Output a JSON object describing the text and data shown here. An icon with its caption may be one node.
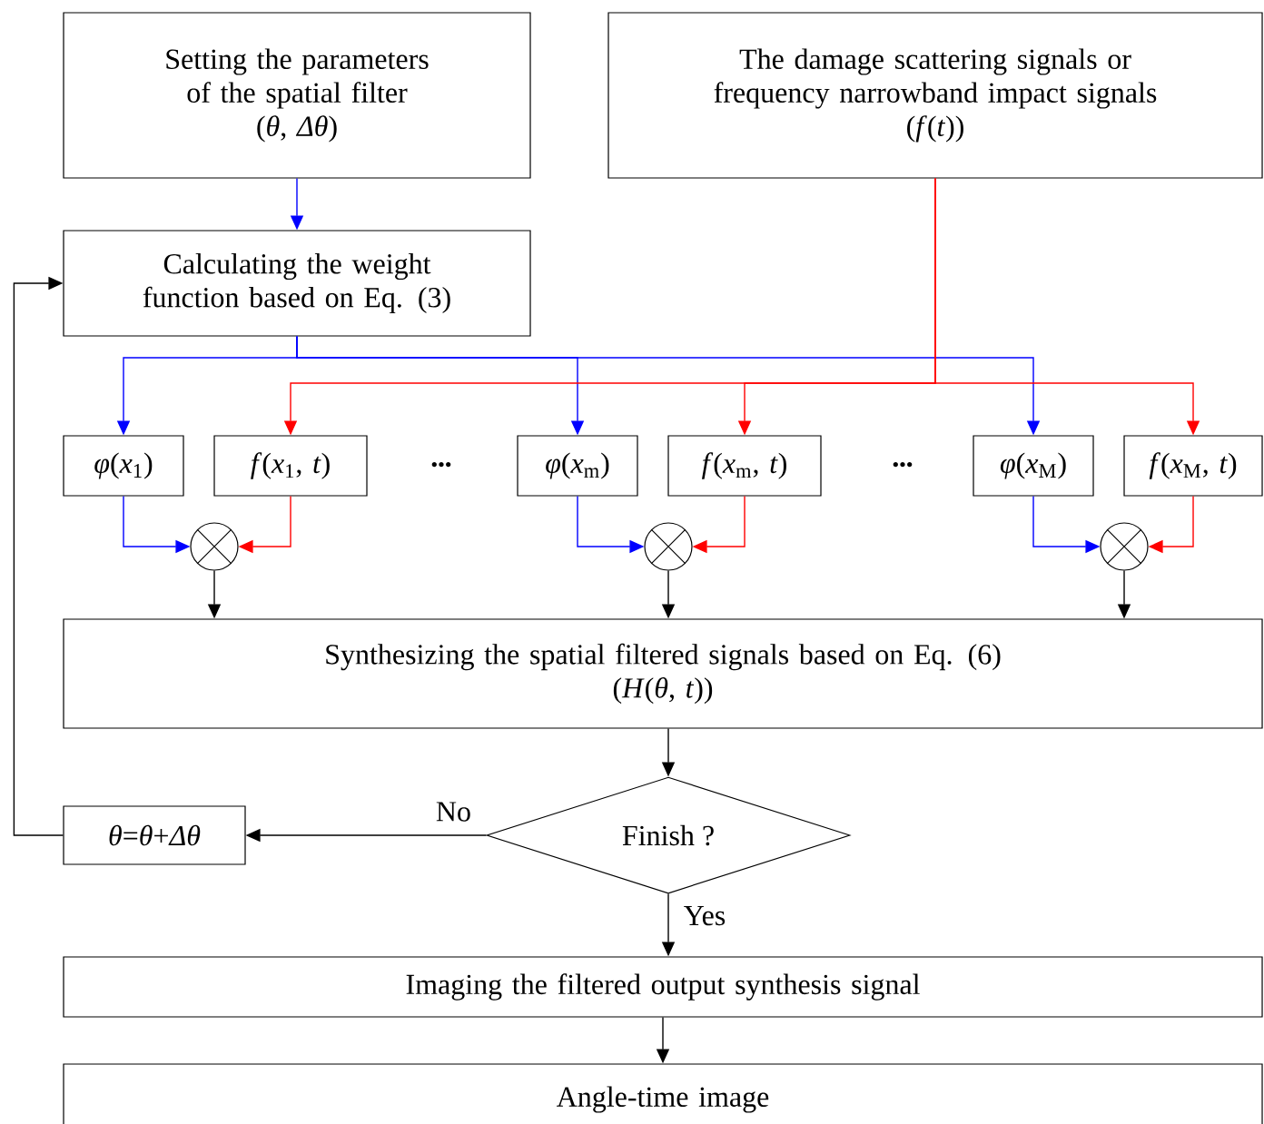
{
  "diagram": {
    "nodes": [
      {
        "text": [
          "Setting the parameters of the spatial filter",
          "(*θ*, *Δθ*)"
        ]
      },
      {
        "text": [
          "The damage scattering signals or frequency narrowband impact signals",
          "(*f*(*t*))"
        ]
      },
      {
        "text": [
          "Calculating the weight function based on Eq. (3)"
        ]
      },
      {
        "text": [
          "*φ*(*x*$_{1}$)"
        ]
      },
      {
        "text": [
          "*f*(*x*$_{1}$, *t*)"
        ]
      },
      {
        "text": [
          "*φ*(*x*$_{m}$)"
        ]
      },
      {
        "text": [
          "*f*(*x*$_{m}$, *t*)"
        ]
      },
      {
        "text": [
          "*φ*(*x*$_{M}$)"
        ]
      },
      {
        "text": [
          "*f*(*x*$_{M}$, *t*)"
        ]
      },
      {
        "text": [],
        "shape": "circle"
      },
      {
        "text": [],
        "shape": "circle"
      },
      {
        "text": [],
        "shape": "circle"
      },
      {
        "text": [
          "Synthesizing the spatial filtered signals based on Eq. (6)",
          "(*H*(*θ*, *t*))"
        ]
      },
      {
        "text": [
          "Finish ?"
        ]
      },
      {
        "text": [
          "*θ*=*θ*+*Δθ*"
        ]
      },
      {
        "text": [
          "Imaging the filtered output synthesis signal"
        ]
      },
      {
        "text": [
          "Angle-time image"
        ]
      }
    ],
    "edges": [
      {
        "from": 0,
        "to": 2,
        "arrow": "to",
        "color": "#0000ff"
      },
      {
        "from": 2,
        "to": 3,
        "arrow": "to",
        "color": "#0000ff"
      },
      {
        "from": 2,
        "to": 5,
        "arrow": "to",
        "color": "#0000ff"
      },
      {
        "from": 2,
        "to": 7,
        "arrow": "to",
        "color": "#0000ff"
      },
      {
        "from": 1,
        "to": 4,
        "arrow": "to",
        "color": "#ff0000"
      },
      {
        "from": 1,
        "to": 6,
        "arrow": "to",
        "color": "#ff0000"
      },
      {
        "from": 1,
        "to": 8,
        "arrow": "to",
        "color": "#ff0000"
      },
      {
        "from": 3,
        "to": 9,
        "arrow": "to",
        "color": "#0000ff"
      },
      {
        "from": 4,
        "to": 9,
        "arrow": "to",
        "color": "#ff0000"
      },
      {
        "from": 5,
        "to": 10,
        "arrow": "to",
        "color": "#0000ff"
      },
      {
        "from": 6,
        "to": 10,
        "arrow": "to",
        "color": "#ff0000"
      },
      {
        "from": 7,
        "to": 11,
        "arrow": "to",
        "color": "#0000ff"
      },
      {
        "from": 8,
        "to": 11,
        "arrow": "to",
        "color": "#ff0000"
      },
      {
        "from": 9,
        "to": 12,
        "arrow": "to"
      },
      {
        "from": 10,
        "to": 12,
        "arrow": "to"
      },
      {
        "from": 11,
        "to": 12,
        "arrow": "to"
      },
      {
        "from": 12,
        "to": 13,
        "arrow": "to"
      },
      {
        "from": 13,
        "to": 14,
        "arrow": "to",
        "label": "No"
      },
      {
        "from": 13,
        "to": 15,
        "arrow": "to",
        "label": "Yes"
      },
      {
        "from": 14,
        "to": 2,
        "arrow": "to"
      },
      {
        "from": 15,
        "to": 16,
        "arrow": "to"
      }
    ],
    "labels": [
      "•••",
      "•••"
    ]
  }
}
